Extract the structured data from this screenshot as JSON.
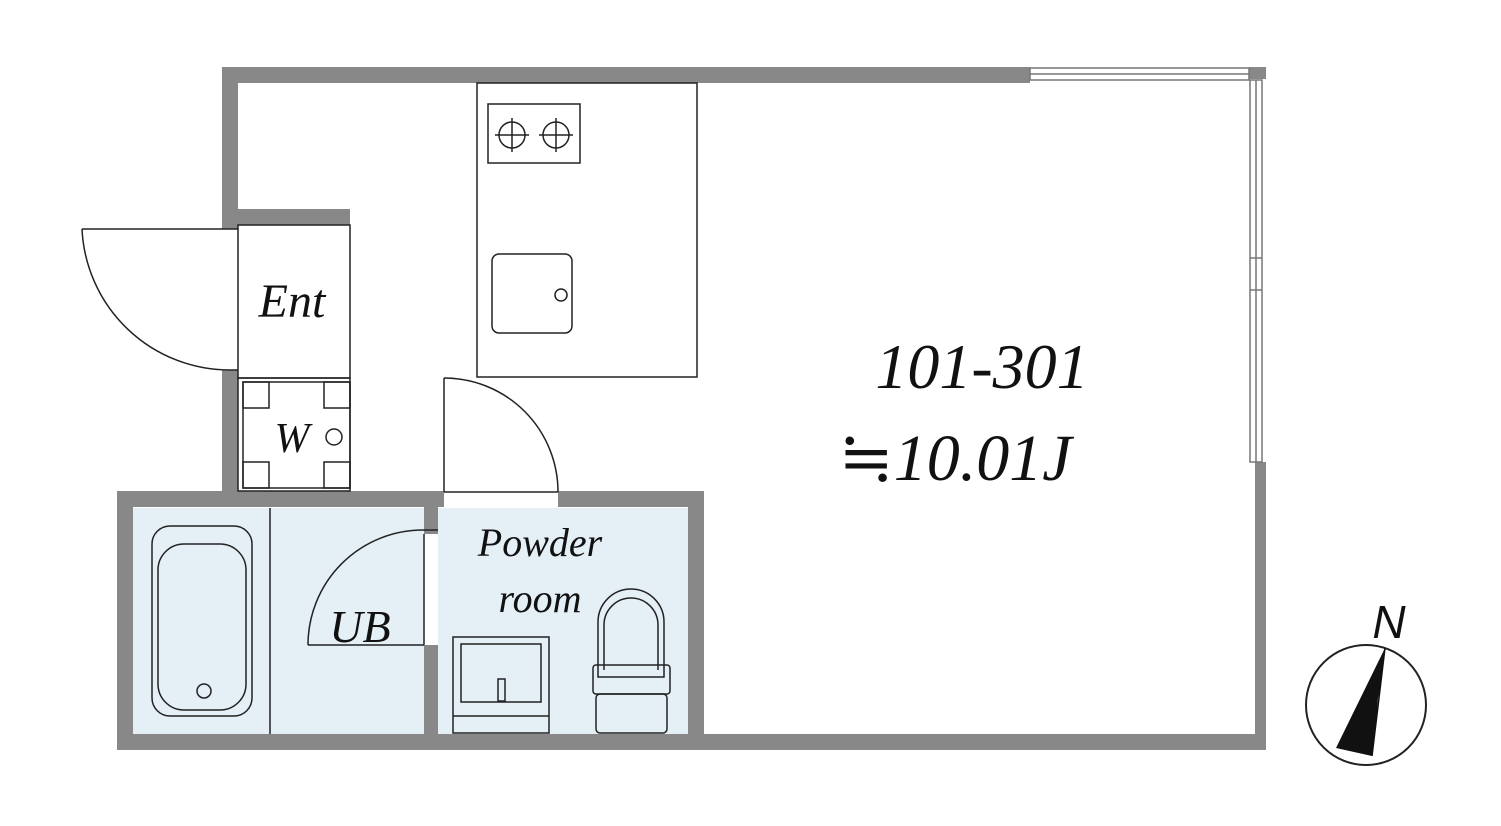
{
  "floorplan": {
    "unit_label": "101-301",
    "area_label": "≒10.01J",
    "rooms": {
      "entrance": "Ent",
      "washer": "W",
      "unit_bath": "UB",
      "powder_room_line1": "Powder",
      "powder_room_line2": "room"
    },
    "compass": {
      "label": "N"
    }
  },
  "colors": {
    "wall": "#888888",
    "wet_area": "#e4eff6",
    "line": "#222222"
  },
  "icons": [
    "two-burner-stove-icon",
    "fridge-icon",
    "bathtub-icon",
    "sink-icon",
    "toilet-icon",
    "washer-pan-icon",
    "compass-icon"
  ]
}
